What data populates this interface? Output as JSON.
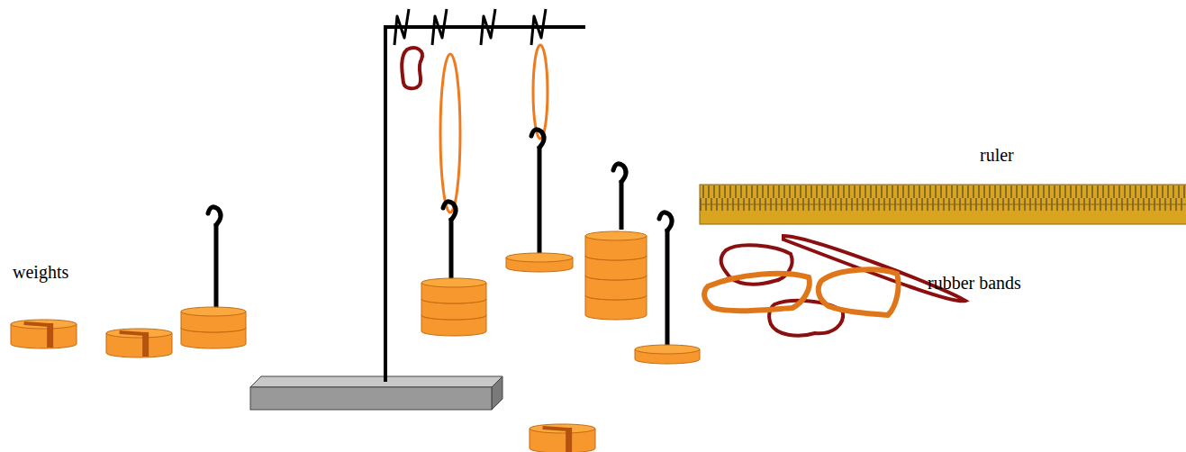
{
  "diagram": {
    "labels": [
      "weights",
      "ruler",
      "rubber bands"
    ]
  }
}
